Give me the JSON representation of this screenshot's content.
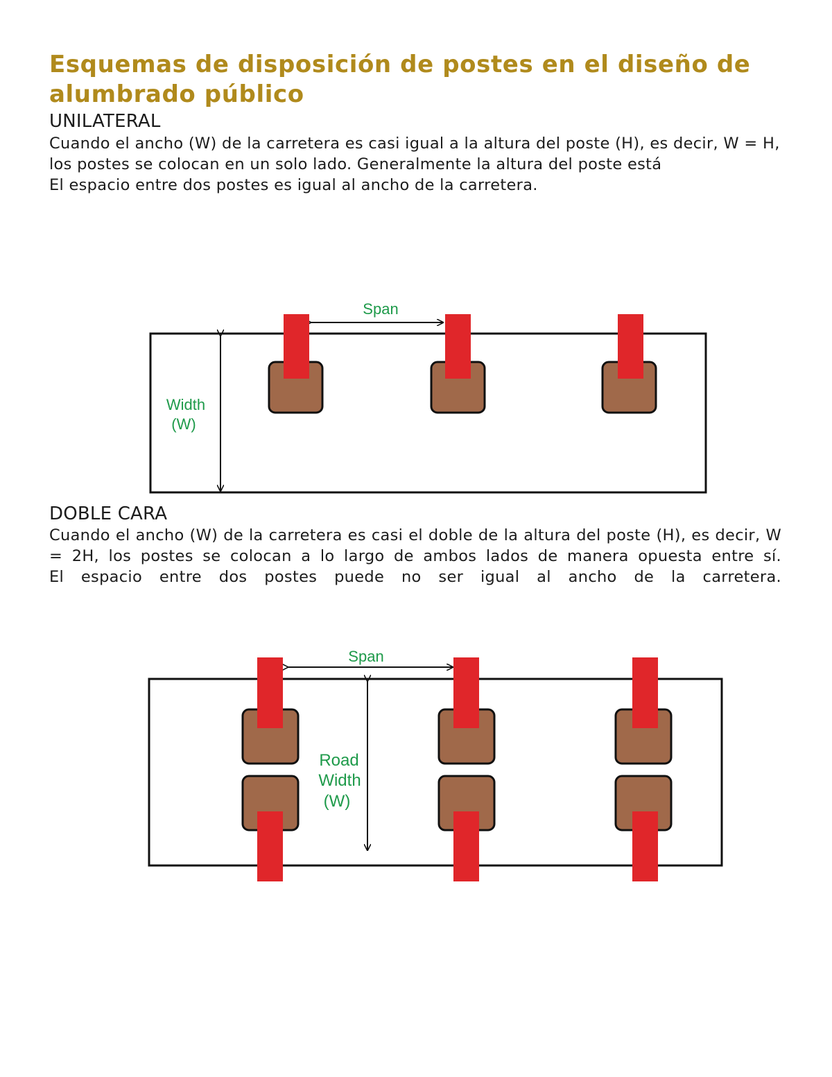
{
  "title": "Esquemas de disposición de postes en el diseño de alumbrado público",
  "unilateral": {
    "heading": "UNILATERAL",
    "line1": "Cuando el ancho (W) de la carretera es casi igual a la altura del poste (H), es decir, W = H, los postes se colocan en un solo lado. Generalmente la altura del poste está",
    "line2": "El espacio entre dos postes es igual al ancho de la carretera.",
    "diagram": {
      "span_label": "Span",
      "width_label_1": "Width",
      "width_label_2": "(W)"
    }
  },
  "doble": {
    "heading": "DOBLE CARA",
    "line1": "Cuando el ancho (W) de la carretera es casi el doble de la altura del poste (H), es decir, W = 2H, los postes se colocan a lo largo de ambos lados de manera opuesta entre sí.",
    "line2": "El espacio entre dos postes puede no ser igual al ancho de la carretera.",
    "diagram": {
      "span_label": "Span",
      "width_label_1": "Road",
      "width_label_2": "Width",
      "width_label_3": "(W)"
    }
  },
  "colors": {
    "title": "#b08a1c",
    "pole": "#e0262a",
    "lamp": "#a0694a",
    "label": "#1e9a4a"
  }
}
